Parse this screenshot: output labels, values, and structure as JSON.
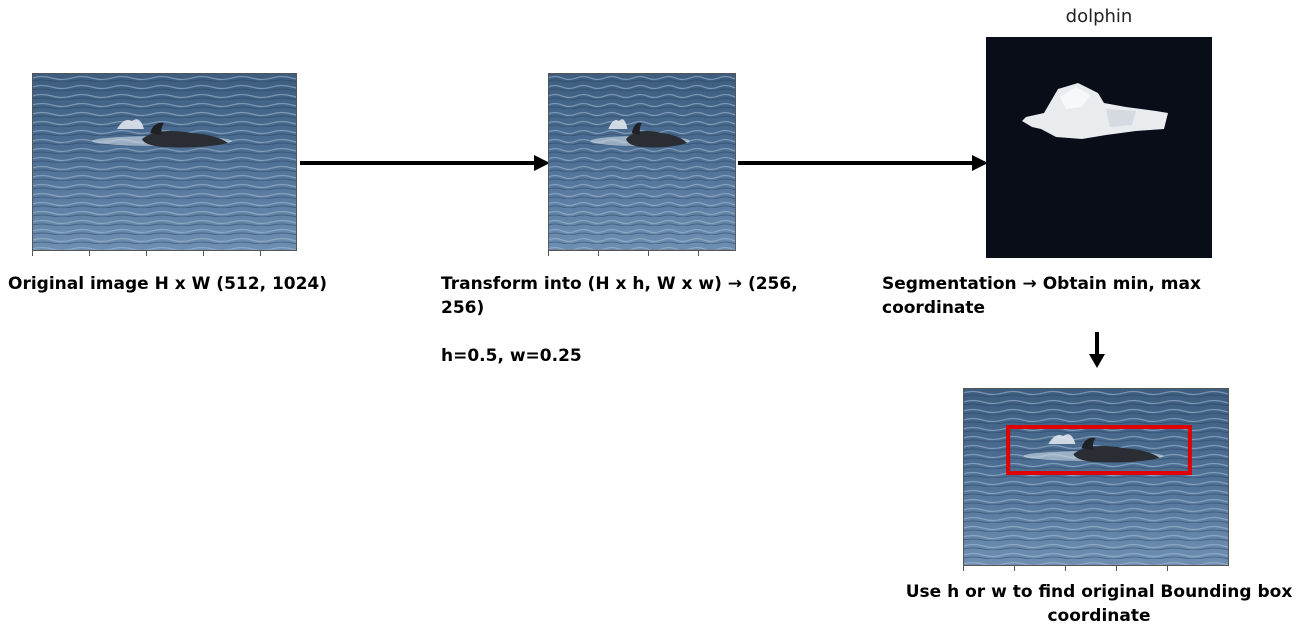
{
  "steps": {
    "original": {
      "caption": "Original image H x W (512, 1024)"
    },
    "transform": {
      "caption_line1": "Transform into (H x h, W x w) → (256,",
      "caption_line2": "256)",
      "ratio_note": "h=0.5, w=0.25"
    },
    "segmentation": {
      "mask_title": "dolphin",
      "caption_line1": "Segmentation → Obtain min, max",
      "caption_line2": "coordinate"
    },
    "result": {
      "caption_line1": "Use h or w to find original Bounding box",
      "caption_line2": "coordinate"
    }
  },
  "colors": {
    "bbox": "#e00000",
    "arrow": "#000000",
    "mask_bg": "#080d18",
    "mask_fg": "#e8ecef"
  }
}
